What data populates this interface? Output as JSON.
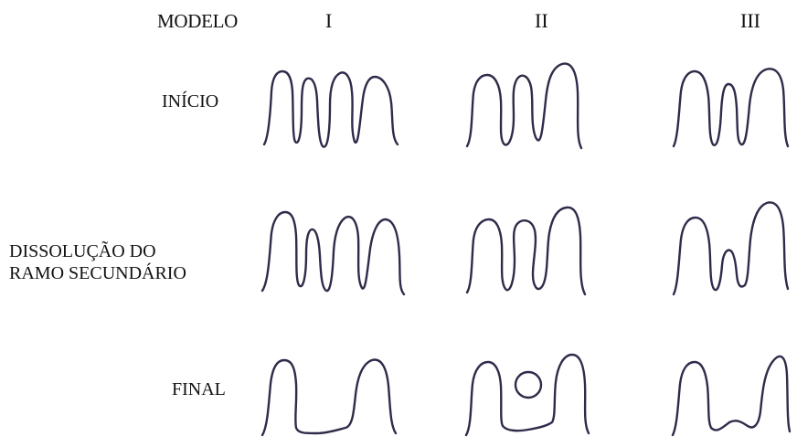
{
  "header": {
    "model_label": "MODELO",
    "columns": [
      "I",
      "II",
      "III"
    ]
  },
  "rows": [
    {
      "label": "INÍCIO"
    },
    {
      "label_line1": "DISSOLUÇÃO DO",
      "label_line2": "RAMO SECUNDÁRIO"
    },
    {
      "label": "FINAL"
    }
  ],
  "colors": {
    "stroke": "#2f2b4a",
    "background": "#ffffff"
  }
}
